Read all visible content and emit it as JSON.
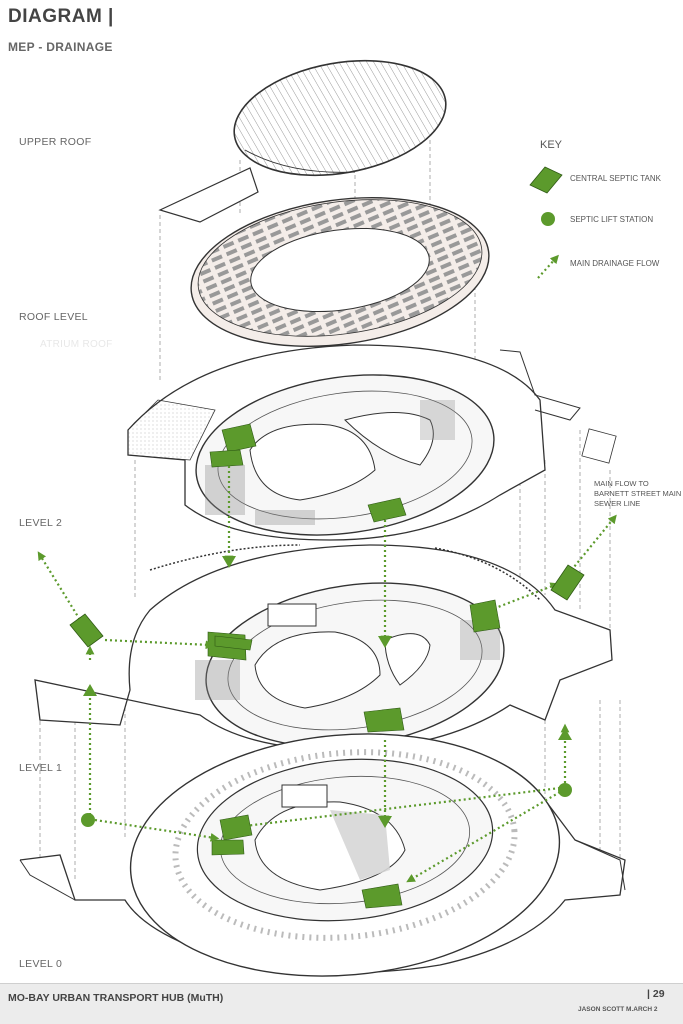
{
  "header": {
    "title": "DIAGRAM |",
    "subtitle": "MEP - DRAINAGE"
  },
  "levels": [
    {
      "label": "UPPER ROOF"
    },
    {
      "label": "ROOF LEVEL"
    },
    {
      "label": "LEVEL 2"
    },
    {
      "label": "LEVEL 1"
    },
    {
      "label": "LEVEL 0"
    }
  ],
  "ghost_label": "ATRIUM ROOF",
  "key": {
    "title": "KEY",
    "items": [
      {
        "label": "CENTRAL SEPTIC TANK",
        "icon": "septic-tank-icon"
      },
      {
        "label": "SEPTIC LIFT STATION",
        "icon": "lift-station-icon"
      },
      {
        "label": "MAIN DRAINAGE FLOW",
        "icon": "drainage-flow-icon"
      }
    ]
  },
  "annotation": "MAIN FLOW TO BARNETT STREET MAIN SEWER LINE",
  "colors": {
    "green": "#5c9a2c",
    "line": "#333333",
    "text": "#555555"
  },
  "footer": {
    "project": "MO-BAY URBAN TRANSPORT HUB (MuTH)",
    "page": "| 29",
    "author": "JASON SCOTT M.ARCH 2"
  }
}
